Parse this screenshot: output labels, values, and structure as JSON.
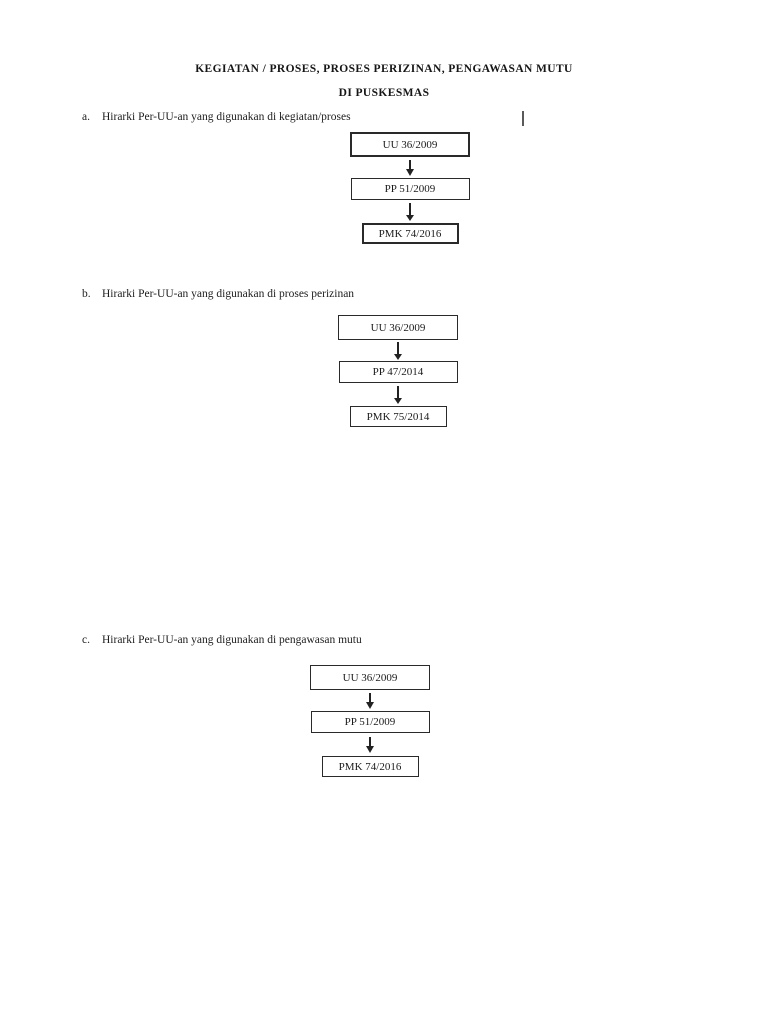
{
  "document": {
    "title_line1": "KEGIATAN / PROSES, PROSES PERIZINAN, PENGAWASAN MUTU",
    "title_line2": "DI PUSKESMAS"
  },
  "sections": [
    {
      "label": "a.",
      "heading": "Hirarki Per-UU-an yang digunakan di kegiatan/proses",
      "flow": [
        "UU 36/2009",
        "PP 51/2009",
        "PMK 74/2016"
      ]
    },
    {
      "label": "b.",
      "heading": "Hirarki Per-UU-an yang digunakan di proses perizinan",
      "flow": [
        "UU 36/2009",
        "PP 47/2014",
        "PMK 75/2014"
      ]
    },
    {
      "label": "c.",
      "heading": "Hirarki Per-UU-an yang digunakan di pengawasan mutu",
      "flow": [
        "UU 36/2009",
        "PP 51/2009",
        "PMK 74/2016"
      ]
    }
  ],
  "cursor": {
    "glyph": ""
  },
  "colors": {
    "page_background": "#ffffff",
    "text": "#1b1b1b",
    "box_border": "#2a2a2a",
    "cursor": "#5a5a5a"
  }
}
